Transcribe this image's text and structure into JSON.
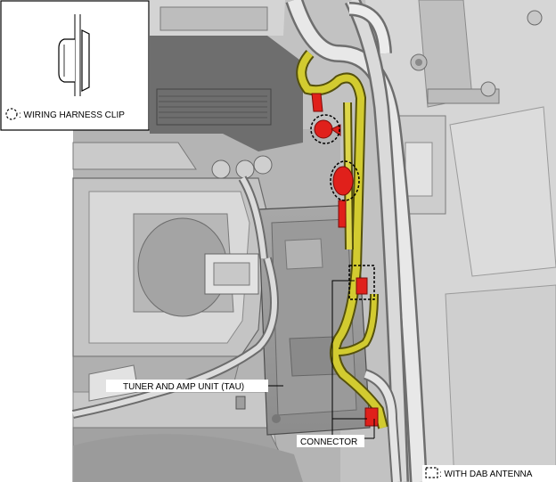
{
  "inset": {
    "legend_text": ": WIRING HARNESS CLIP",
    "legend_symbol": "dashed-circle"
  },
  "callouts": {
    "tau": "TUNER AND AMP UNIT (TAU)",
    "connector": "CONNECTOR"
  },
  "legend_bottom": {
    "text": ": WITH DAB ANTENNA",
    "symbol": "dashed-square"
  },
  "colors": {
    "harness": "#c9c227",
    "clip": "#e0201b",
    "metal": "#cfcfcf",
    "metal_dark": "#8a8a8a",
    "background_part": "#b9b9b9"
  }
}
